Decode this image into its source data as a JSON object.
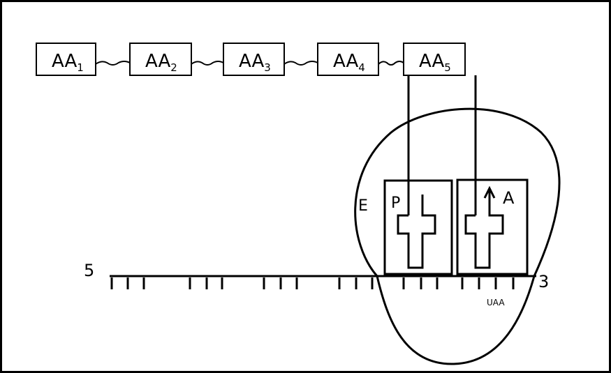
{
  "amino_acids": [
    {
      "label": "AA",
      "sub": "1"
    },
    {
      "label": "AA",
      "sub": "2"
    },
    {
      "label": "AA",
      "sub": "3"
    },
    {
      "label": "AA",
      "sub": "4"
    },
    {
      "label": "AA",
      "sub": "5"
    }
  ],
  "sites": {
    "e": "E",
    "p": "P",
    "a": "A"
  },
  "mrna": {
    "five_prime": "5",
    "three_prime": "3",
    "codon": "UAA"
  },
  "colors": {
    "stroke": "#000000",
    "background": "#ffffff"
  }
}
